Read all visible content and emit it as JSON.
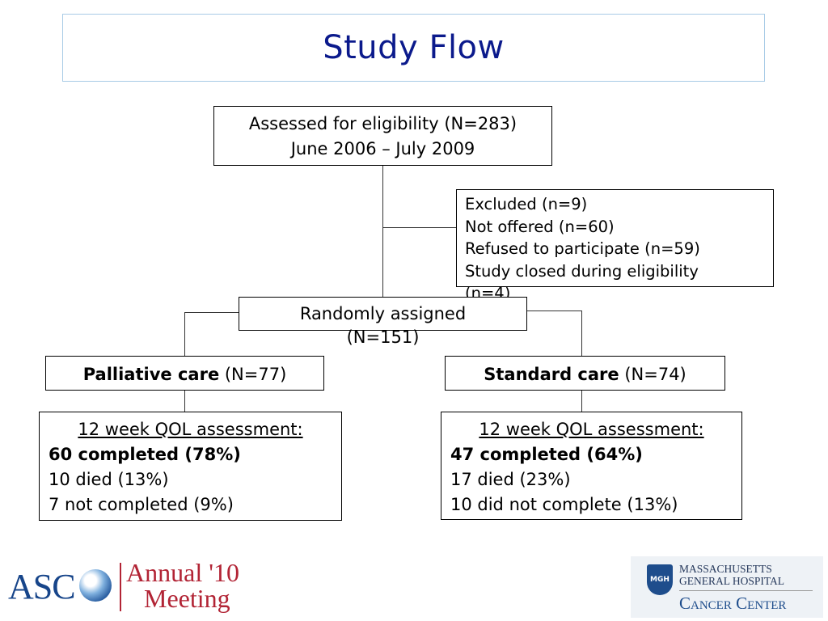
{
  "title": "Study Flow",
  "assessed": {
    "line1": "Assessed for eligibility (N=283)",
    "line2": "June 2006 – July 2009"
  },
  "excluded": [
    "Excluded (n=9)",
    "Not offered (n=60)",
    "Refused to participate (n=59)",
    "Study closed during eligibility",
    "(n=4)"
  ],
  "randomized": {
    "line1": "Randomly assigned",
    "line2": "(N=151)"
  },
  "arms": {
    "palliative": {
      "name": "Palliative care",
      "n": " (N=77)"
    },
    "standard": {
      "name": "Standard care",
      "n": " (N=74)"
    }
  },
  "qol_left": {
    "heading": "12 week QOL assessment:",
    "completed": "60 completed (78%)",
    "died": "10 died (13%)",
    "not_completed": "7 not completed (9%)"
  },
  "qol_right": {
    "heading": "12 week QOL assessment:",
    "completed": "47 completed (64%)",
    "died": "17 died (23%)",
    "not_completed": "10 did not complete (13%)"
  },
  "logos": {
    "asco_word": "ASC",
    "asco_annual": "Annual '10",
    "asco_meeting": "Meeting",
    "mgh_shield": "MGH",
    "mgh_line1": "MASSACHUSETTS",
    "mgh_line2": "GENERAL HOSPITAL",
    "mgh_cancer": "Cancer Center"
  },
  "colors": {
    "title": "#0b1a8c",
    "title_border": "#a8cbe6",
    "asco_blue": "#17458a",
    "asco_red": "#b22435",
    "mgh_blue": "#1e4d8c"
  }
}
